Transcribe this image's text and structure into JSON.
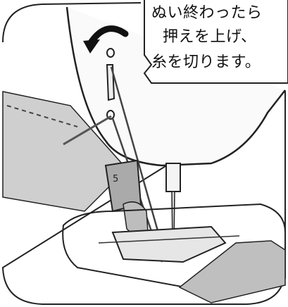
{
  "instruction": {
    "line1": "ぬい終わったら",
    "line2": "押えを上げ、",
    "line3": "糸を切ります。"
  },
  "icons": {
    "lever_arrow": "counterclockwise-arrow-icon"
  }
}
